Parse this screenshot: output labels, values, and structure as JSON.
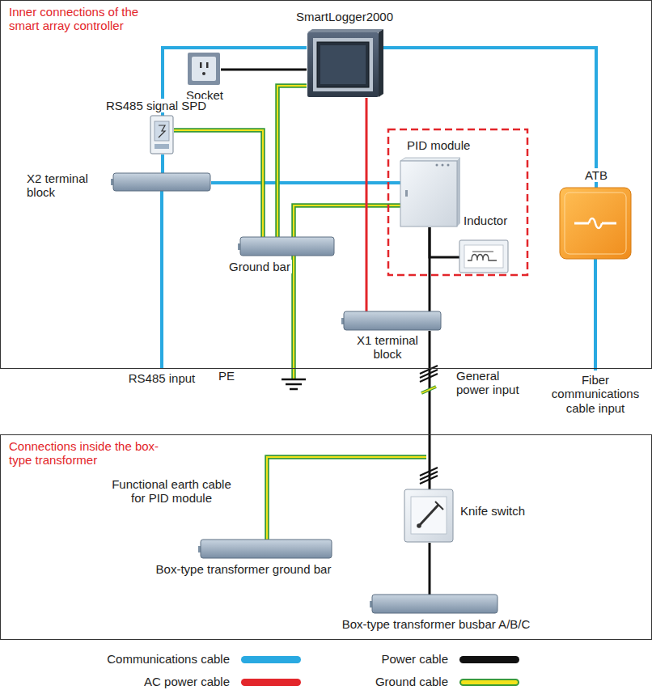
{
  "diagram": {
    "nodes": [
      {
        "text": [
          "Inner connections of the smart array controller"
        ]
      },
      {
        "text": [
          "SmartLogger2000"
        ],
        "in": 0
      },
      {
        "text": [
          "Socket"
        ],
        "in": 0
      },
      {
        "text": [
          "RS485 signal SPD"
        ],
        "in": 0
      },
      {
        "text": [
          "X2 terminal block"
        ],
        "in": 0
      },
      {
        "text": [
          "Ground bar"
        ],
        "in": 0
      },
      {
        "text": [
          "PID module"
        ],
        "in": 0
      },
      {
        "text": [
          "Inductor"
        ],
        "in": 0
      },
      {
        "text": [
          "X1 terminal block"
        ],
        "in": 0
      },
      {
        "text": [
          "ATB"
        ],
        "in": 0
      },
      {
        "text": [
          "Connections inside the box-type transformer"
        ]
      },
      {
        "text": [
          "Box-type transformer ground bar"
        ],
        "in": 10
      },
      {
        "text": [
          "Knife switch"
        ],
        "in": 10
      },
      {
        "text": [
          "Box-type transformer busbar A/B/C"
        ],
        "in": 10
      }
    ],
    "edges": [
      {
        "from": 1,
        "to": 2,
        "arrow": "none"
      },
      {
        "from": 1,
        "to": 3,
        "arrow": "none"
      },
      {
        "from": 3,
        "to": 4,
        "arrow": "none"
      },
      {
        "from": 4,
        "to": 6,
        "arrow": "none"
      },
      {
        "from": 1,
        "to": 5,
        "arrow": "none"
      },
      {
        "from": 3,
        "to": 5,
        "arrow": "none"
      },
      {
        "from": 6,
        "to": 5,
        "arrow": "none"
      },
      {
        "from": 1,
        "to": 8,
        "arrow": "none"
      },
      {
        "from": 6,
        "to": 7,
        "arrow": "none"
      },
      {
        "from": 6,
        "to": 8,
        "arrow": "none"
      },
      {
        "from": 8,
        "to": 12,
        "arrow": "none"
      },
      {
        "from": 12,
        "to": 13,
        "arrow": "none"
      },
      {
        "from": 1,
        "to": 9,
        "arrow": "none"
      }
    ],
    "labels": [
      "RS485 input",
      "PE",
      "General power input",
      "Fiber communications cable input",
      "Functional earth cable for PID module"
    ],
    "legend": [
      {
        "text": "Communications cable",
        "color": "#29a9e1"
      },
      {
        "text": "Power cable",
        "color": "#111111"
      },
      {
        "text": "AC power cable",
        "color": "#e3262b"
      },
      {
        "text": "Ground cable"
      }
    ]
  }
}
